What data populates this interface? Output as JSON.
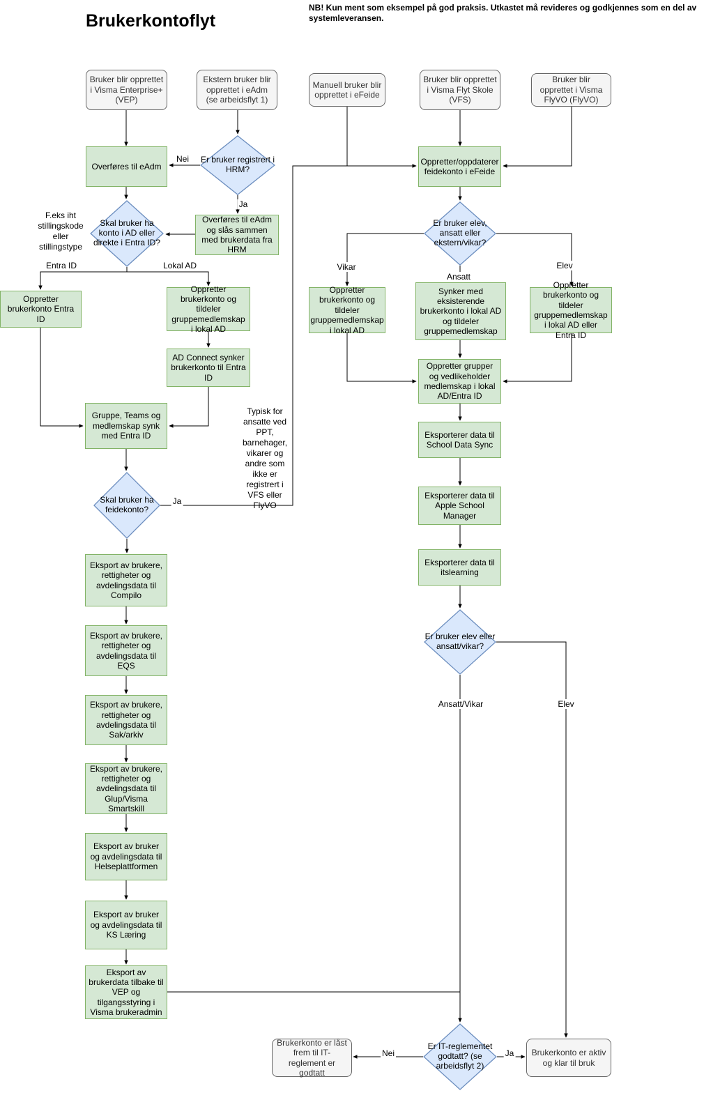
{
  "header": {
    "title": "Brukerkontoflyt",
    "note": "NB! Kun ment som eksempel på god praksis. Utkastet må revideres og godkjennes som en del av systemleveransen."
  },
  "colors": {
    "process_fill": "#d5e8d4",
    "process_border": "#82b366",
    "decision_fill": "#dae8fc",
    "decision_border": "#6c8ebf",
    "terminal_fill": "#f5f5f5",
    "terminal_border": "#666666"
  },
  "nodes": {
    "vep": "Bruker blir opprettet i Visma Enterprise+ (VEP)",
    "ekstern": "Ekstern bruker blir opprettet i eAdm (se arbeidsflyt 1)",
    "manuell": "Manuell bruker blir opprettet i eFeide",
    "vfs": "Bruker blir opprettet i Visma Flyt Skole (VFS)",
    "flyvo": "Bruker blir opprettet i Visma FlyVO (FlyVO)",
    "overfores_eadm": "Overføres til eAdm",
    "hrm_q": "Er bruker registrert i HRM?",
    "overfores_hrm": "Overføres til eAdm og slås sammen med brukerdata fra HRM",
    "ad_entra_q": "Skal bruker ha konto i AD eller direkte i Entra ID?",
    "entra_konto": "Oppretter brukerkonto Entra ID",
    "lokalad_konto": "Oppretter brukerkonto og tildeler gruppemedlemskap i lokal AD",
    "adconnect": "AD Connect synker brukerkonto til Entra ID",
    "gruppe_teams": "Gruppe, Teams og medlemskap synk med Entra ID",
    "feide_q": "Skal bruker ha feidekonto?",
    "feidekonto_efeide": "Oppretter/oppdaterer feidekonto i eFeide",
    "elev_ansatt_q": "Er bruker elev, ansatt eller ekstern/vikar?",
    "vikar_konto": "Oppretter brukerkonto og tildeler gruppemedlemskap i lokal AD",
    "ansatt_synk": "Synker med eksisterende brukerkonto i lokal AD og tildeler gruppemedlemskap",
    "elev_konto": "Oppretter brukerkonto og tildeler gruppemedlemskap i lokal AD eller Entra ID",
    "grupper_vedlikehold": "Oppretter grupper og vedlikeholder medlemskap i lokal AD/Entra ID",
    "sds": "Eksporterer data til School Data Sync",
    "asm": "Eksporterer data til Apple School Manager",
    "itslearning": "Eksporterer data til itslearning",
    "compilo": "Eksport av brukere, rettigheter og avdelingsdata til Compilo",
    "eqs": "Eksport av brukere, rettigheter og avdelingsdata til EQS",
    "sakarkiv": "Eksport av brukere, rettigheter og avdelingsdata til Sak/arkiv",
    "glup": "Eksport av brukere, rettigheter og avdelingsdata til Glup/Visma Smartskill",
    "helse": "Eksport av bruker og avdelingsdata til Helseplattformen",
    "kslaering": "Eksport av bruker og avdelingsdata til KS Læring",
    "vep_tilbake": "Eksport av brukerdata tilbake til VEP og tilgangsstyring i Visma brukeradmin",
    "elev_ansattvikar_q": "Er bruker elev eller ansatt/vikar?",
    "itreglement_q": "Er IT-reglementet godtatt? (se arbeidsflyt 2)",
    "laast": "Brukerkonto er låst frem til IT-reglement er godtatt",
    "aktiv": "Brukerkonto er aktiv og klar til bruk"
  },
  "labels": {
    "nei1": "Nei",
    "ja1": "Ja",
    "entra_id": "Entra ID",
    "lokal_ad": "Lokal AD",
    "vikar": "Vikar",
    "ansatt": "Ansatt",
    "elev": "Elev",
    "ja2": "Ja",
    "ansatt_vikar": "Ansatt/Vikar",
    "elev2": "Elev",
    "nei2": "Nei",
    "ja3": "Ja"
  },
  "annotations": {
    "stillingskode": "F.eks iht stillingskode eller stillingstype",
    "typisk": "Typisk for ansatte ved PPT, barnehager, vikarer og andre som ikke er registrert i VFS eller FlyVO"
  }
}
